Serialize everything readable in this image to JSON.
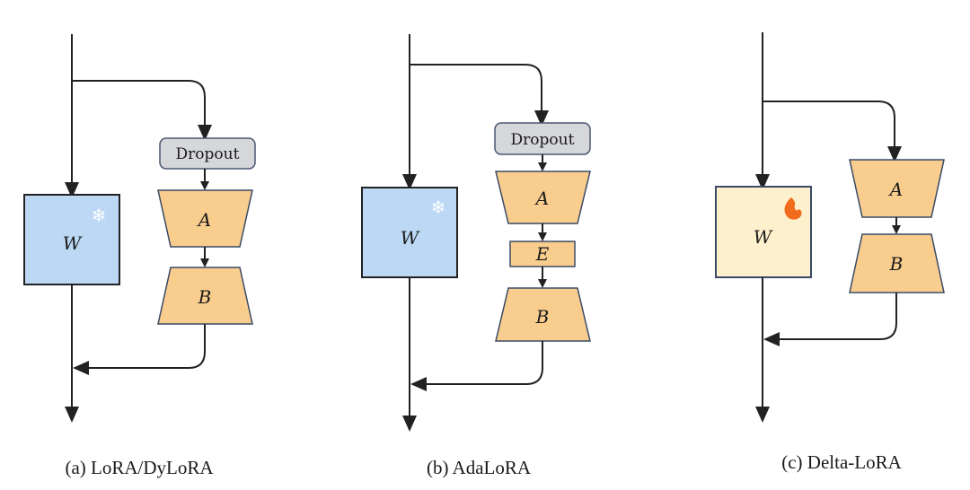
{
  "figure": {
    "panels": [
      {
        "caption": "(a) LoRA/DyLoRA",
        "weight_label": "W",
        "weight_state": "frozen",
        "weight_icon": "snowflake-icon",
        "dropout_label": "Dropout",
        "blocks": [
          "A",
          "B"
        ]
      },
      {
        "caption": "(b) AdaLoRA",
        "weight_label": "W",
        "weight_state": "frozen",
        "weight_icon": "snowflake-icon",
        "dropout_label": "Dropout",
        "blocks": [
          "A",
          "E",
          "B"
        ]
      },
      {
        "caption": "(c) Delta-LoRA",
        "weight_label": "W",
        "weight_state": "trainable",
        "weight_icon": "fire-icon",
        "blocks": [
          "A",
          "B"
        ]
      }
    ],
    "colors": {
      "frozen_weight": "#bcd8f5",
      "trainable_weight": "#fdf0cc",
      "adapter": "#f8cd8e",
      "dropout": "#d6d7db",
      "line": "#222222",
      "fire": "#f26a1b"
    }
  }
}
